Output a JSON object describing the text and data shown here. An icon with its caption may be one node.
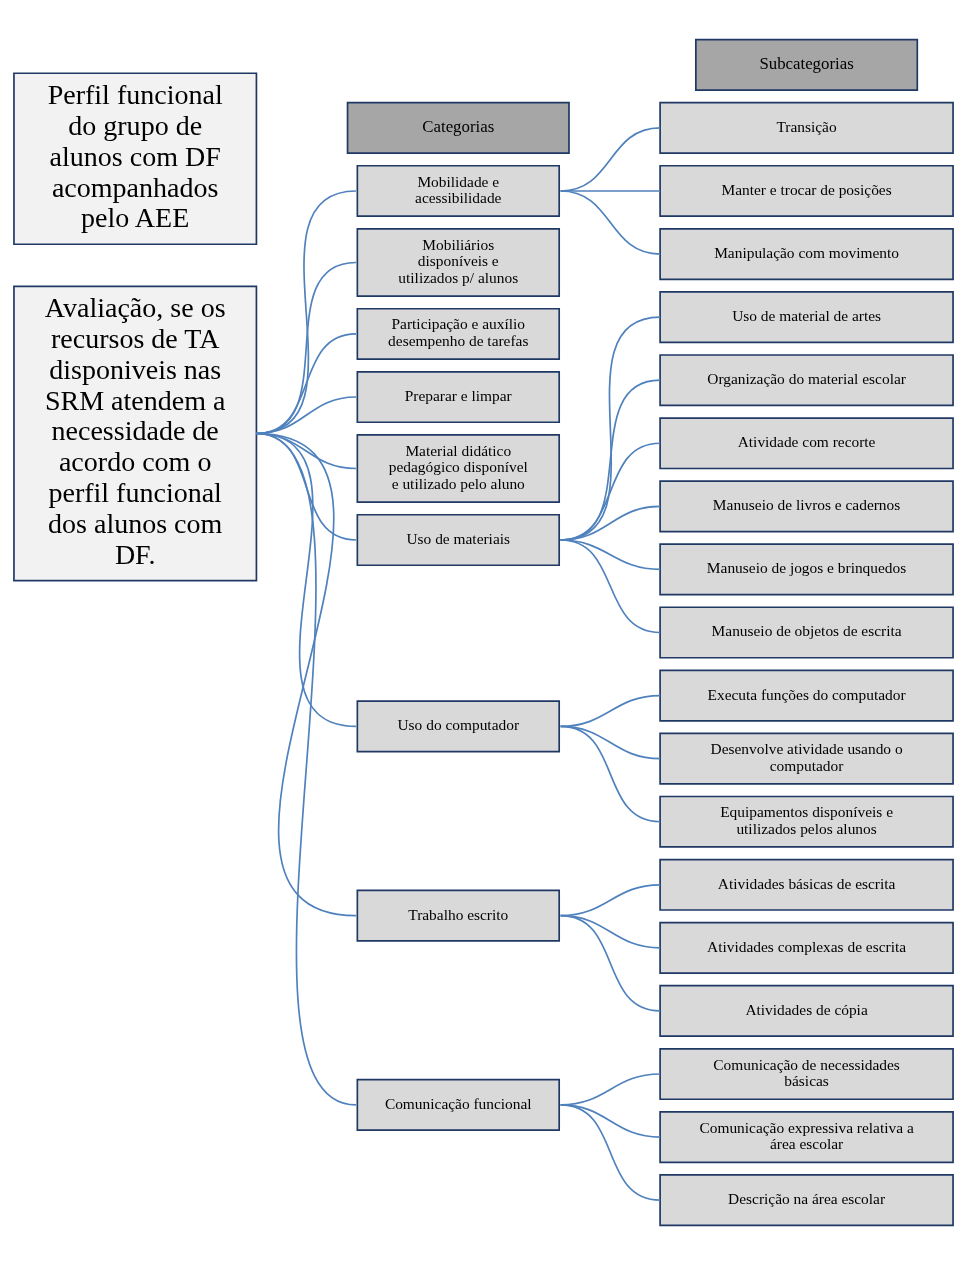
{
  "diagram": {
    "nodes": [
      {
        "text": [
          "Perfil funcional do grupo de alunos com DF acompanhados pelo AEE"
        ]
      },
      {
        "text": [
          "Avaliação, se os recursos de TA disponiveis nas SRM atendem a necessidade de acordo com o perfil funcional dos alunos com DF."
        ]
      },
      {
        "text": [
          "Categorias"
        ]
      },
      {
        "text": [
          "Subcategorias"
        ]
      },
      {
        "text": [
          "Mobilidade e acessibilidade"
        ]
      },
      {
        "text": [
          "Mobiliários disponíveis e utilizados p/ alunos"
        ]
      },
      {
        "text": [
          "Participação e auxílio desempenho de tarefas"
        ]
      },
      {
        "text": [
          "Preparar e limpar"
        ]
      },
      {
        "text": [
          "Material didático pedagógico disponível e utilizado pelo aluno"
        ]
      },
      {
        "text": [
          "Uso de materiais"
        ]
      },
      {
        "text": [
          "Uso do computador"
        ]
      },
      {
        "text": [
          "Trabalho escrito"
        ]
      },
      {
        "text": [
          "Comunicação funcional"
        ]
      },
      {
        "text": [
          "Transição"
        ]
      },
      {
        "text": [
          "Manter e trocar de posições"
        ]
      },
      {
        "text": [
          "Manipulação com movimento"
        ]
      },
      {
        "text": [
          "Uso de material de artes"
        ]
      },
      {
        "text": [
          "Organização do material escolar"
        ]
      },
      {
        "text": [
          "Atividade com recorte"
        ]
      },
      {
        "text": [
          "Manuseio de livros e cadernos"
        ]
      },
      {
        "text": [
          "Manuseio de jogos e brinquedos"
        ]
      },
      {
        "text": [
          "Manuseio de objetos de escrita"
        ]
      },
      {
        "text": [
          "Executa funções do computador"
        ]
      },
      {
        "text": [
          "Desenvolve atividade usando o computador"
        ]
      },
      {
        "text": [
          "Equipamentos disponíveis e utilizados pelos alunos"
        ]
      },
      {
        "text": [
          "Atividades básicas de escrita"
        ]
      },
      {
        "text": [
          "Atividades complexas de escrita"
        ]
      },
      {
        "text": [
          "Atividades de cópia"
        ]
      },
      {
        "text": [
          "Comunicação de necessidades básicas"
        ]
      },
      {
        "text": [
          "Comunicação expressiva relativa a área escolar"
        ]
      },
      {
        "text": [
          "Descrição na área escolar"
        ]
      }
    ],
    "edges": [
      {
        "from": 1,
        "to": 4,
        "arrow": "none"
      },
      {
        "from": 1,
        "to": 5,
        "arrow": "none"
      },
      {
        "from": 1,
        "to": 6,
        "arrow": "none"
      },
      {
        "from": 1,
        "to": 7,
        "arrow": "none"
      },
      {
        "from": 1,
        "to": 8,
        "arrow": "none"
      },
      {
        "from": 1,
        "to": 9,
        "arrow": "none"
      },
      {
        "from": 1,
        "to": 10,
        "arrow": "none"
      },
      {
        "from": 1,
        "to": 11,
        "arrow": "none"
      },
      {
        "from": 1,
        "to": 12,
        "arrow": "none"
      },
      {
        "from": 4,
        "to": 13,
        "arrow": "none"
      },
      {
        "from": 4,
        "to": 14,
        "arrow": "none"
      },
      {
        "from": 4,
        "to": 15,
        "arrow": "none"
      },
      {
        "from": 9,
        "to": 16,
        "arrow": "none"
      },
      {
        "from": 9,
        "to": 17,
        "arrow": "none"
      },
      {
        "from": 9,
        "to": 18,
        "arrow": "none"
      },
      {
        "from": 9,
        "to": 19,
        "arrow": "none"
      },
      {
        "from": 9,
        "to": 20,
        "arrow": "none"
      },
      {
        "from": 9,
        "to": 21,
        "arrow": "none"
      },
      {
        "from": 10,
        "to": 22,
        "arrow": "none"
      },
      {
        "from": 10,
        "to": 23,
        "arrow": "none"
      },
      {
        "from": 10,
        "to": 24,
        "arrow": "none"
      },
      {
        "from": 11,
        "to": 25,
        "arrow": "none"
      },
      {
        "from": 11,
        "to": 26,
        "arrow": "none"
      },
      {
        "from": 11,
        "to": 27,
        "arrow": "none"
      },
      {
        "from": 12,
        "to": 28,
        "arrow": "none"
      },
      {
        "from": 12,
        "to": 29,
        "arrow": "none"
      },
      {
        "from": 12,
        "to": 30,
        "arrow": "none"
      }
    ]
  }
}
